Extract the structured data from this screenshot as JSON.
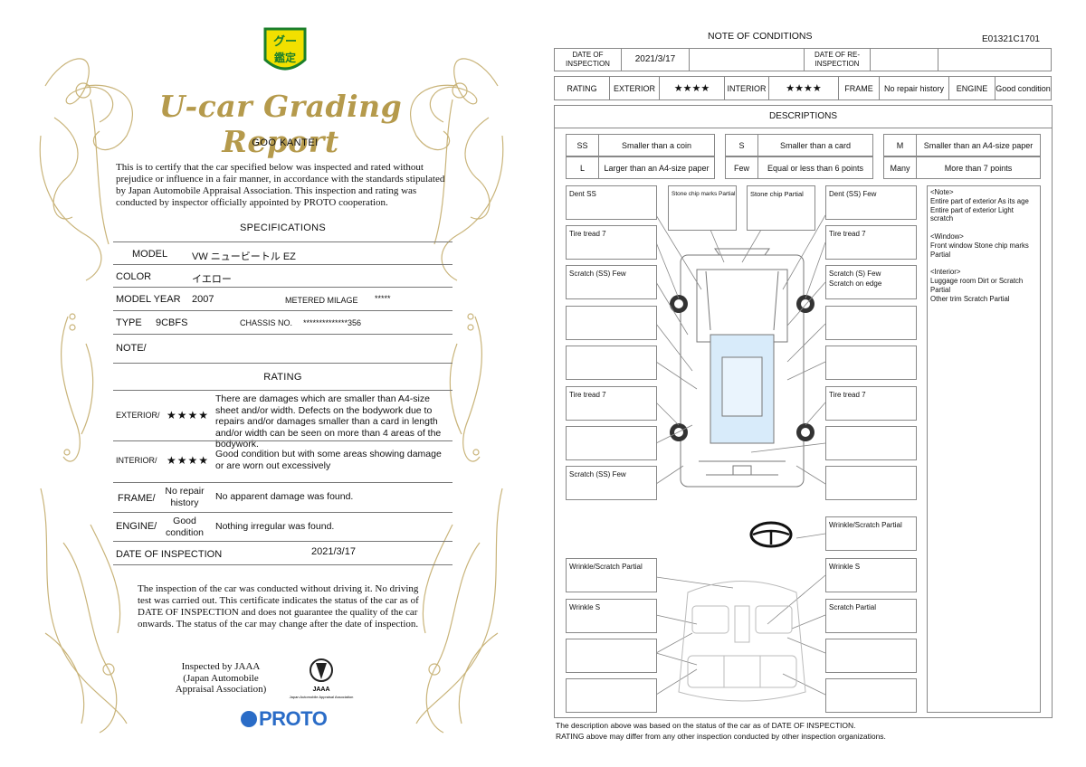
{
  "left": {
    "badge_top": "グー",
    "badge_bottom": "鑑定",
    "title": "U-car Grading Report",
    "subtitle": "GOO KANTEI",
    "certify_text": "This is to certify that the car specified below was inspected and rated without prejudice or influence in a fair manner, in accordance with the standards stipulated by Japan Automobile Appraisal Association. This inspection and rating was conducted by inspector officially appointed by PROTO cooperation.",
    "specifications_heading": "SPECIFICATIONS",
    "model_label": "MODEL",
    "model_value": "VW ニュービートル EZ",
    "color_label": "COLOR",
    "color_value": "イエロー",
    "model_year_label": "MODEL YEAR",
    "model_year_value": "2007",
    "metered_label": "METERED MILAGE",
    "metered_value": "*****",
    "type_label": "TYPE",
    "type_value": "9CBFS",
    "chassis_label": "CHASSIS NO.",
    "chassis_value": "**************356",
    "note_label": "NOTE/",
    "rating_heading": "RATING",
    "exterior_label": "EXTERIOR/",
    "exterior_stars": "★★★★",
    "exterior_text": "There are damages which are smaller than A4-size sheet and/or width. Defects on the bodywork due to repairs and/or damages smaller than a card in length and/or width can be seen on more than 4 areas of the bodywork.",
    "interior_label": "INTERIOR/",
    "interior_stars": "★★★★",
    "interior_text": "Good condition but with some areas showing damage or are worn out excessively",
    "frame_label": "FRAME/",
    "frame_value": "No repair history",
    "frame_text": "No apparent damage was found.",
    "engine_label": "ENGINE/",
    "engine_value": "Good condition",
    "engine_text": "Nothing irregular was found.",
    "date_label": "DATE OF INSPECTION",
    "date_value": "2021/3/17",
    "footer_text": "The inspection of the car was conducted without driving it. No driving test was carried out. This certificate indicates the status of the car as of DATE OF INSPECTION and does not guarantee the quality of the car onwards. The status of the car may change after the date of inspection.",
    "inspected_by": "Inspected by JAAA (Japan Automobile Appraisal Association)",
    "jaaa_short": "JAAA",
    "jaaa_full": "Japan Automobile Appraisal Association",
    "proto": "PROTO"
  },
  "right": {
    "title": "NOTE OF CONDITIONS",
    "doc_id": "E01321C1701",
    "date_of_inspection_label": "DATE OF INSPECTION",
    "date_of_inspection_value": "2021/3/17",
    "date_of_reinspection_label": "DATE OF RE-INSPECTION",
    "rating_label": "RATING",
    "exterior_label": "EXTERIOR",
    "exterior_stars": "★★★★",
    "interior_label": "INTERIOR",
    "interior_stars": "★★★★",
    "frame_label": "FRAME",
    "frame_value": "No repair history",
    "engine_label": "ENGINE",
    "engine_value": "Good condition",
    "descriptions_heading": "DESCRIPTIONS",
    "legend": [
      {
        "code": "SS",
        "text": "Smaller than a coin"
      },
      {
        "code": "S",
        "text": "Smaller than a card"
      },
      {
        "code": "M",
        "text": "Smaller than an A4-size paper"
      },
      {
        "code": "L",
        "text": "Larger than an A4-size paper"
      },
      {
        "code": "Few",
        "text": "Equal or less than 6 points"
      },
      {
        "code": "Many",
        "text": "More than 7 points"
      }
    ],
    "ext_left": [
      "Dent  SS",
      "Tire tread  7",
      "Scratch (SS)  Few",
      "",
      "",
      "Tire tread  7",
      "",
      "Scratch (SS)  Few"
    ],
    "ext_top_mid1": "Stone chip marks  Partial",
    "ext_top_mid2": "Stone chip  Partial",
    "ext_right": [
      "Dent (SS)  Few",
      "Tire tread  7",
      "Scratch (S)  Few\nScratch on edge",
      "",
      "",
      "Tire tread  7",
      "",
      ""
    ],
    "int_right": [
      "Wrinkle/Scratch  Partial",
      "Wrinkle  S",
      "Scratch  Partial",
      ""
    ],
    "int_left": [
      "Wrinkle/Scratch  Partial",
      "Wrinkle  S",
      "",
      ""
    ],
    "note_text": "<Note>\nEntire part of exterior  As its age\nEntire part of exterior  Light scratch\n\n<Window>\nFront window  Stone chip marks  Partial\n\n<Interior>\nLuggage room  Dirt or Scratch  Partial\nOther trim  Scratch  Partial",
    "footer_line1": "The description above was based on the status of the car as of  DATE OF INSPECTION.",
    "footer_line2": "RATING above may differ from any other inspection conducted by other inspection organizations."
  }
}
